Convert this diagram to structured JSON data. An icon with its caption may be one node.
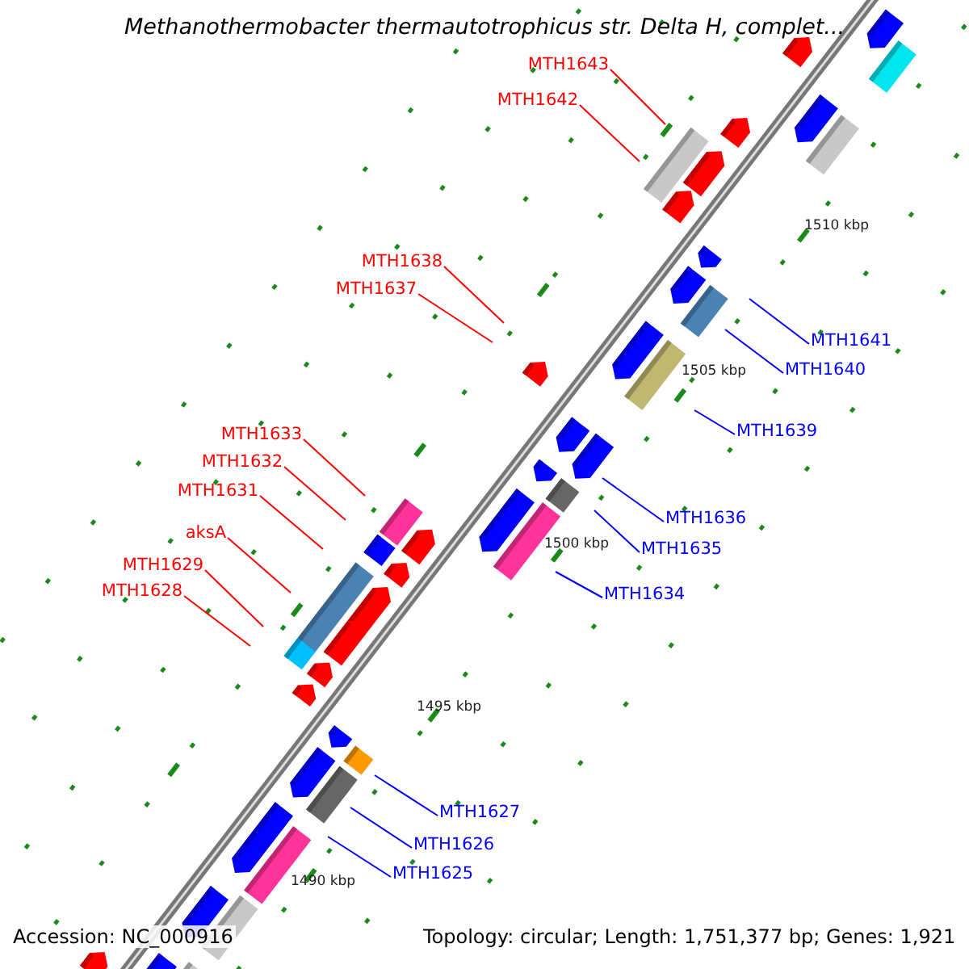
{
  "diagram": {
    "title": "Methanothermobacter thermautotrophicus str. Delta H, complet...",
    "nodes": [
      {
        "text": [
          "MTH1643"
        ]
      },
      {
        "text": [
          "MTH1642"
        ]
      },
      {
        "text": [
          "MTH1638"
        ]
      },
      {
        "text": [
          "MTH1637"
        ]
      },
      {
        "text": [
          "MTH1641"
        ]
      },
      {
        "text": [
          "MTH1640"
        ]
      },
      {
        "text": [
          "MTH1639"
        ]
      },
      {
        "text": [
          "MTH1633"
        ]
      },
      {
        "text": [
          "MTH1632"
        ]
      },
      {
        "text": [
          "MTH1631"
        ]
      },
      {
        "text": [
          "aksA"
        ]
      },
      {
        "text": [
          "MTH1629"
        ]
      },
      {
        "text": [
          "MTH1628"
        ]
      },
      {
        "text": [
          "MTH1636"
        ]
      },
      {
        "text": [
          "MTH1635"
        ]
      },
      {
        "text": [
          "MTH1634"
        ]
      },
      {
        "text": [
          "MTH1627"
        ]
      },
      {
        "text": [
          "MTH1626"
        ]
      },
      {
        "text": [
          "MTH1625"
        ]
      }
    ],
    "edges": [
      {
        "from": 0,
        "to": null,
        "arrow": "none"
      },
      {
        "from": 1,
        "to": null,
        "arrow": "none"
      },
      {
        "from": 2,
        "to": null,
        "arrow": "none"
      },
      {
        "from": 3,
        "to": null,
        "arrow": "none"
      },
      {
        "from": 4,
        "to": null,
        "arrow": "none",
        "color": "#0000ff"
      },
      {
        "from": 5,
        "to": null,
        "arrow": "none",
        "color": "#0000ff"
      },
      {
        "from": 6,
        "to": null,
        "arrow": "none",
        "color": "#0000ff"
      },
      {
        "from": 7,
        "to": null,
        "arrow": "none"
      },
      {
        "from": 8,
        "to": null,
        "arrow": "none"
      },
      {
        "from": 9,
        "to": null,
        "arrow": "none"
      },
      {
        "from": 10,
        "to": null,
        "arrow": "none"
      },
      {
        "from": 11,
        "to": null,
        "arrow": "none"
      },
      {
        "from": 12,
        "to": null,
        "arrow": "none"
      },
      {
        "from": 13,
        "to": null,
        "arrow": "none",
        "color": "#0000ff"
      },
      {
        "from": 14,
        "to": null,
        "arrow": "none",
        "color": "#0000ff"
      },
      {
        "from": 15,
        "to": null,
        "arrow": "none",
        "color": "#0000ff"
      },
      {
        "from": 16,
        "to": null,
        "arrow": "none",
        "color": "#0000ff"
      },
      {
        "from": 17,
        "to": null,
        "arrow": "none",
        "color": "#0000ff"
      },
      {
        "from": 18,
        "to": null,
        "arrow": "none",
        "color": "#0000ff"
      }
    ],
    "labels": [
      "1510 kbp",
      "1505 kbp",
      "1500 kbp",
      "1495 kbp",
      "1490 kbp",
      "Accession: NC_000916",
      "Topology: circular; Length: 1,751,377 bp; Genes: 1,921"
    ]
  }
}
